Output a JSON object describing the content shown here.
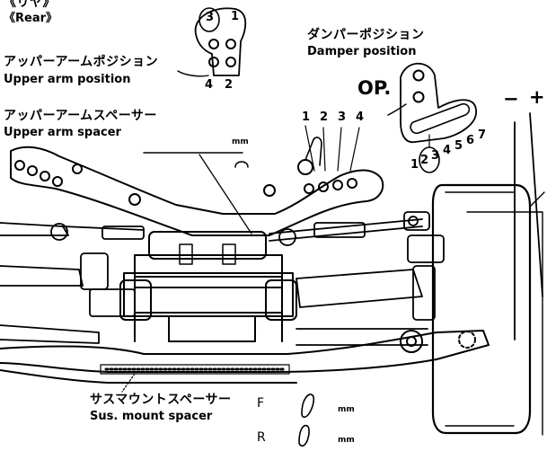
{
  "rear": {
    "jp": "《リヤ》",
    "en": "《Rear》"
  },
  "upper_arm_position": {
    "jp": "アッパーアームポジション",
    "en": "Upper arm position",
    "numbers": [
      "3",
      "1",
      "4",
      "2"
    ],
    "circled": "3"
  },
  "damper_position": {
    "jp": "ダンパーポジション",
    "en": "Damper position",
    "op": "OP.",
    "numbers": [
      "1",
      "2",
      "3",
      "4",
      "5",
      "6",
      "7"
    ],
    "circled": "3"
  },
  "upper_arm_spacer": {
    "jp": "アッパーアームスペーサー",
    "en": "Upper arm spacer",
    "numbers": [
      "1",
      "2",
      "3",
      "4"
    ],
    "unit": "mm"
  },
  "camber_signs": {
    "minus": "−",
    "plus": "+"
  },
  "sus_mount_spacer": {
    "jp": "サスマウントスペーサー",
    "en": "Sus. mount spacer",
    "front_label": "F",
    "rear_label": "R",
    "unit": "mm"
  },
  "colors": {
    "ink": "#000000",
    "paper": "#ffffff"
  }
}
